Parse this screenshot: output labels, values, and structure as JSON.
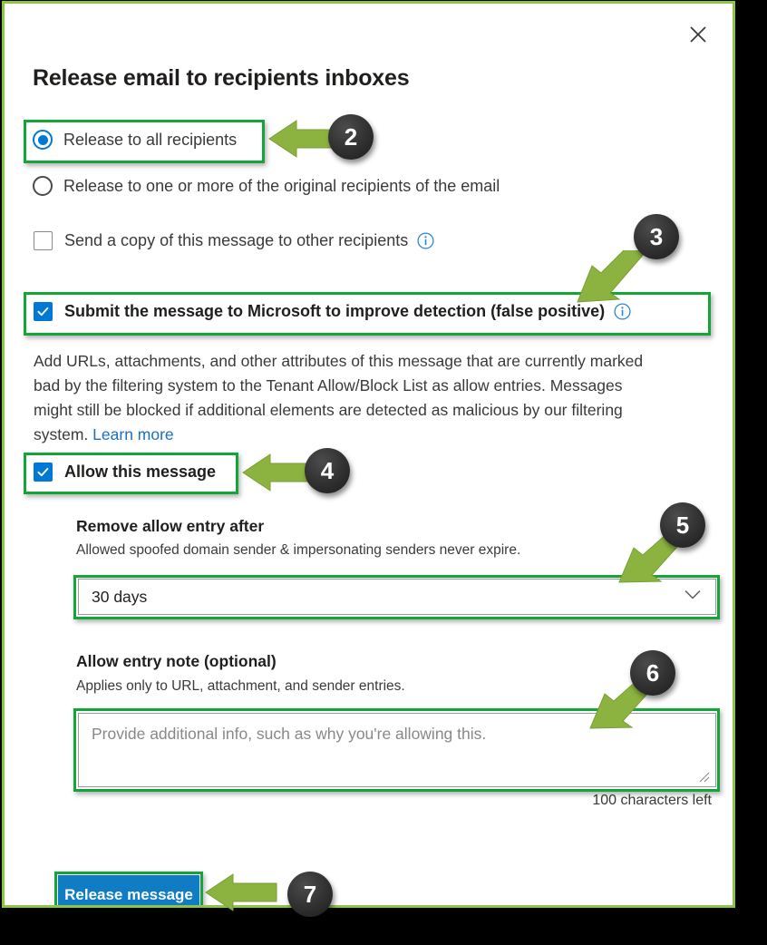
{
  "dialog": {
    "title": "Release email to recipients inboxes",
    "close_icon": "close-icon"
  },
  "release_options": {
    "option_all": {
      "label": "Release to all recipients",
      "selected": true
    },
    "option_some": {
      "label": "Release to one or more of the original recipients of the email",
      "selected": false
    }
  },
  "send_copy": {
    "label": "Send a copy of this message to other recipients",
    "checked": false,
    "info_icon": "info-icon"
  },
  "submit_microsoft": {
    "label": "Submit the message to Microsoft to improve detection (false positive)",
    "checked": true,
    "info_icon": "info-icon"
  },
  "description": {
    "text": "Add URLs, attachments, and other attributes of this message that are currently marked bad by the filtering system to the Tenant Allow/Block List as allow entries. Messages might still be blocked if additional elements are detected as malicious by our filtering system.",
    "link_label": "Learn more"
  },
  "allow_message": {
    "label": "Allow this message",
    "checked": true
  },
  "remove_allow_entry": {
    "label": "Remove allow entry after",
    "sublabel": "Allowed spoofed domain sender & impersonating senders never expire.",
    "selected_option": "30 days",
    "chevron_icon": "chevron-down-icon"
  },
  "allow_entry_note": {
    "label": "Allow entry note (optional)",
    "sublabel": "Applies only to URL, attachment, and sender entries.",
    "placeholder": "Provide additional info, such as why you're allowing this.",
    "value": "",
    "characters_left": "100 characters left",
    "resize_icon": "resize-grip-icon"
  },
  "primary_action": {
    "label": "Release message"
  },
  "annotations": {
    "badges": [
      {
        "number": "2",
        "target": "release-to-all-recipients"
      },
      {
        "number": "3",
        "target": "submit-to-microsoft"
      },
      {
        "number": "4",
        "target": "allow-this-message"
      },
      {
        "number": "5",
        "target": "remove-allow-entry-dropdown"
      },
      {
        "number": "6",
        "target": "allow-entry-note-textarea"
      },
      {
        "number": "7",
        "target": "release-message-button"
      }
    ]
  },
  "colors": {
    "accent_blue": "#0078d4",
    "button_blue": "#0f7cc4",
    "highlight_green": "#13a538",
    "frame_green": "#8DC63F",
    "arrow_green": "#8CB33F",
    "badge_dark": "#333333",
    "link_blue": "#1a6fc4"
  }
}
